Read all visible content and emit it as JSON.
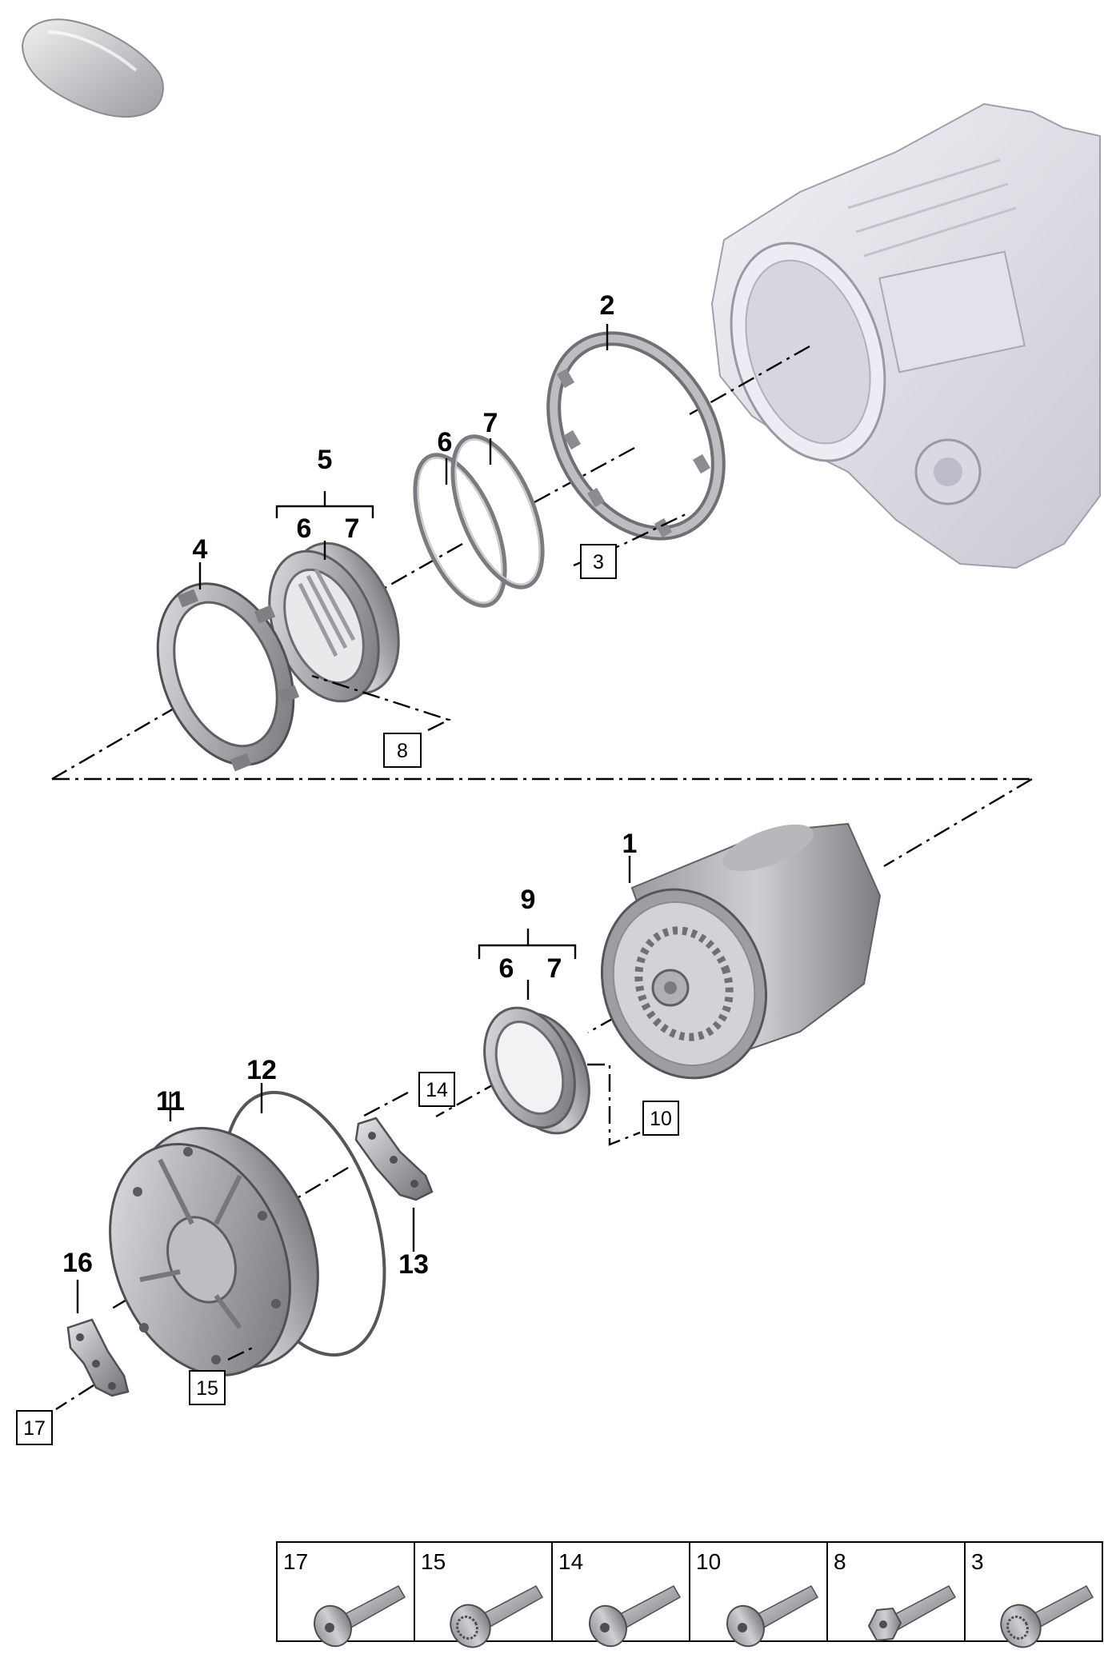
{
  "callouts": {
    "c1": "1",
    "c2": "2",
    "c4": "4",
    "c5": "5",
    "c5_6": "6",
    "c5_7": "7",
    "c6": "6",
    "c7": "7",
    "c9": "9",
    "c9_6": "6",
    "c9_7": "7",
    "c11": "11",
    "c12": "12",
    "c13": "13",
    "c16": "16"
  },
  "boxed_refs": {
    "b3": "3",
    "b8": "8",
    "b10": "10",
    "b14": "14",
    "b15": "15",
    "b17": "17"
  },
  "legend": [
    {
      "number": "17",
      "icon": "torx-flange-bolt-icon"
    },
    {
      "number": "15",
      "icon": "splined-flange-bolt-icon"
    },
    {
      "number": "14",
      "icon": "torx-flange-bolt-icon"
    },
    {
      "number": "10",
      "icon": "torx-flange-bolt-icon"
    },
    {
      "number": "8",
      "icon": "hex-flange-bolt-icon"
    },
    {
      "number": "3",
      "icon": "splined-flange-bolt-icon"
    }
  ],
  "colors": {
    "part_light": "#d8d8dc",
    "part_mid": "#a9a9ad",
    "part_dark": "#6f6f74",
    "housing": "#e4e4ea",
    "line": "#000000"
  }
}
